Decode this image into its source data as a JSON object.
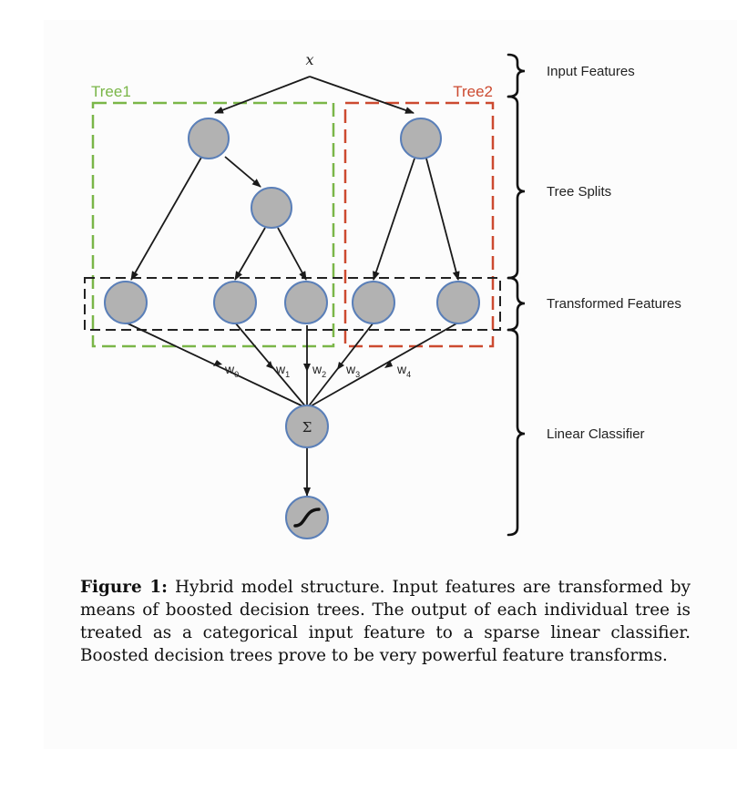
{
  "diagram": {
    "input_label": "x",
    "tree_labels": [
      "Tree1",
      "Tree2"
    ],
    "weights": [
      {
        "base": "w",
        "sub": "0"
      },
      {
        "base": "w",
        "sub": "1"
      },
      {
        "base": "w",
        "sub": "2"
      },
      {
        "base": "w",
        "sub": "3"
      },
      {
        "base": "w",
        "sub": "4"
      }
    ],
    "sum_symbol": "Σ",
    "stage_labels": [
      "Input Features",
      "Tree Splits",
      "Transformed Features",
      "Linear Classifier"
    ],
    "colors": {
      "node_fill": "#b2b2b2",
      "node_stroke": "#5a7fb8",
      "tree1": "#7ab648",
      "tree2": "#cc4a30",
      "transformed_box": "#222222",
      "edges": "#1a1a1a"
    }
  },
  "caption": {
    "label": "Figure 1:",
    "text": "Hybrid model structure. Input features are transformed by means of boosted decision trees. The output of each individual tree is treated as a categorical input feature to a sparse linear classifier. Boosted decision trees prove to be very powerful feature transforms."
  }
}
